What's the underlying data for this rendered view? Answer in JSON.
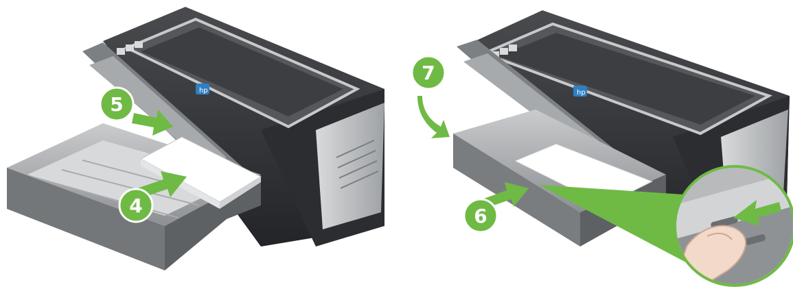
{
  "colors": {
    "accent_green": "#6fba44",
    "printer_dark": "#3a3b3d",
    "printer_mid": "#5b5d60",
    "tray_gray": "#9a9c9e",
    "paper": "#ffffff",
    "logo_blue": "#2f7fc1"
  },
  "icons": {
    "printer": "printer-illustration",
    "arrow": "green-arrow",
    "hand": "hand-pressing-lever"
  },
  "steps": {
    "four": {
      "label": "4"
    },
    "five": {
      "label": "5"
    },
    "six": {
      "label": "6"
    },
    "seven": {
      "label": "7"
    }
  }
}
